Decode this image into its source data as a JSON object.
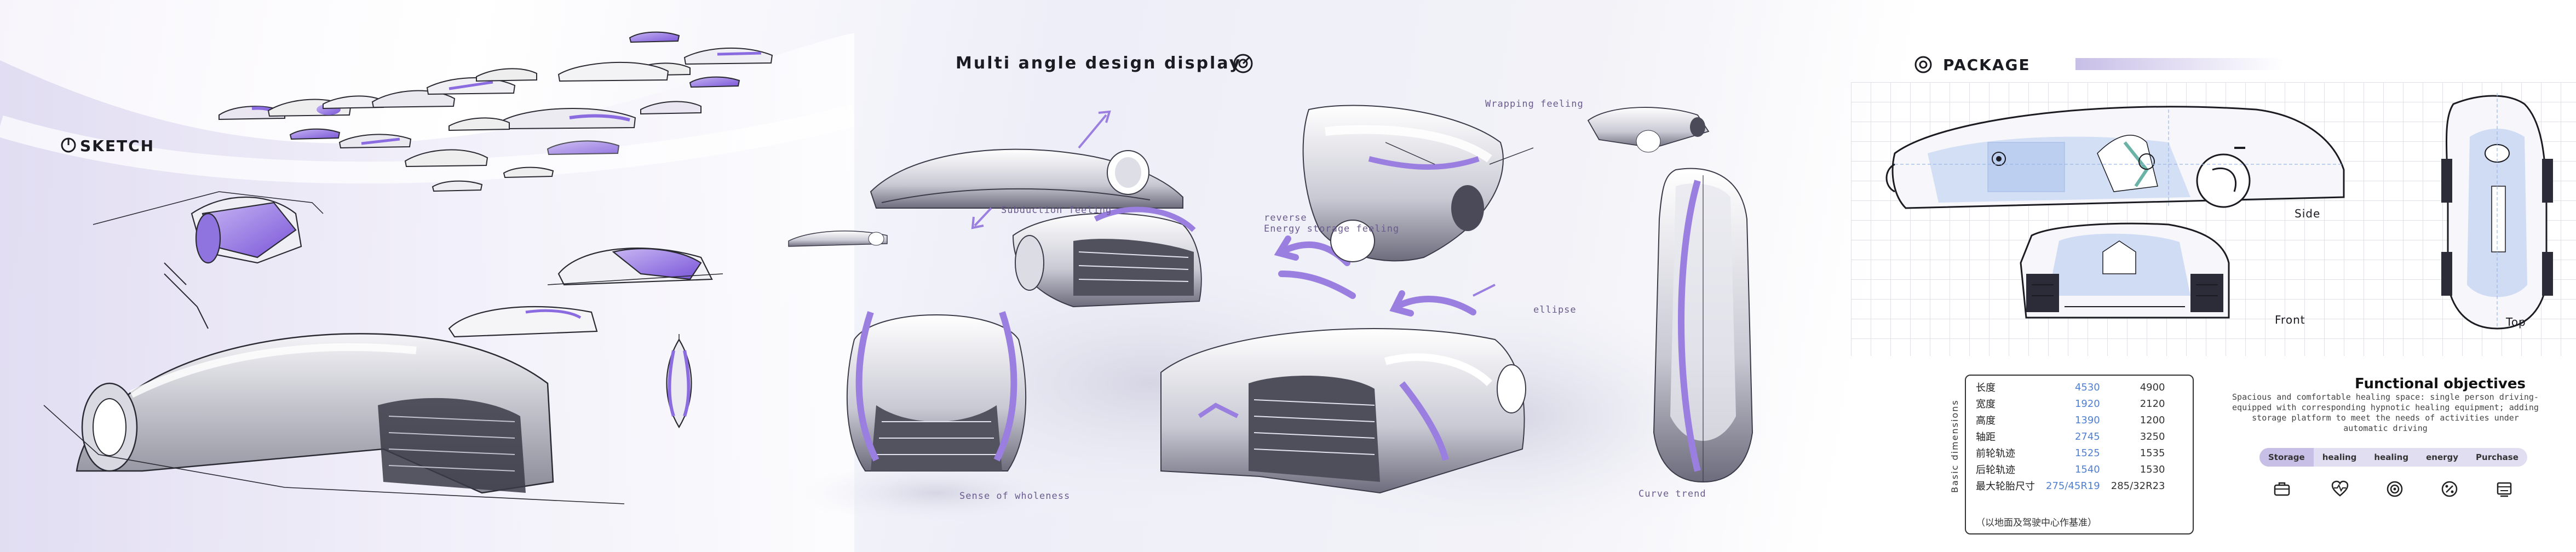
{
  "sketch": {
    "title": "SKETCH"
  },
  "design": {
    "title": "Multi angle design display",
    "labels": {
      "wrapping": "Wrapping feeling",
      "subduction": "Subduction feeling",
      "reverse": "reverse",
      "energy": "Energy storage feeling",
      "ellipse": "ellipse",
      "wholeness": "Sense of wholeness",
      "curve": "Curve trend"
    }
  },
  "package": {
    "title": "PACKAGE",
    "views": {
      "side": "Side",
      "front": "Front",
      "top": "Top"
    }
  },
  "dimensions": {
    "heading": "Basic dimensions",
    "rows": [
      {
        "label": "长度",
        "v1": "4530",
        "v2": "4900"
      },
      {
        "label": "宽度",
        "v1": "1920",
        "v2": "2120"
      },
      {
        "label": "高度",
        "v1": "1390",
        "v2": "1200"
      },
      {
        "label": "轴距",
        "v1": "2745",
        "v2": "3250"
      },
      {
        "label": "前轮轨迹",
        "v1": "1525",
        "v2": "1535"
      },
      {
        "label": "后轮轨迹",
        "v1": "1540",
        "v2": "1530"
      },
      {
        "label": "最大轮胎尺寸",
        "v1": "275/45R19",
        "v2": "285/32R23"
      }
    ],
    "note": "（以地面及驾驶中心作基准）"
  },
  "functional": {
    "title": "Functional objectives",
    "text": [
      "Spacious and comfortable healing space: single person driving-",
      "equipped with corresponding hypnotic healing equipment; adding",
      "storage platform to meet the needs of activities under",
      "automatic driving"
    ],
    "tabs": [
      "Storage",
      "healing",
      "healing",
      "energy",
      "Purchase"
    ],
    "icons": [
      "luggage-icon",
      "heartbeat-icon",
      "target-icon",
      "percent-energy-icon",
      "cart-icon"
    ]
  },
  "colors": {
    "accent": "#9a7fe0",
    "accent_light": "#c8bfe7",
    "ink": "#1b1b22"
  }
}
